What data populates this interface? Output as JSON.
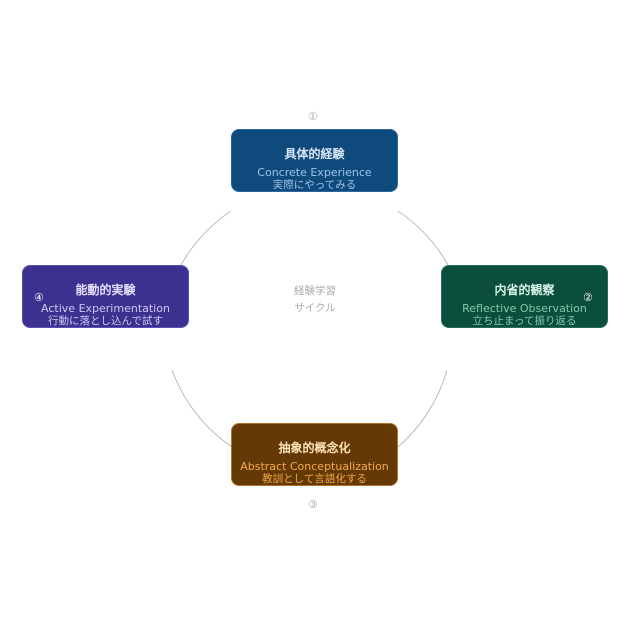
{
  "diagram": {
    "title": "経験学習サイクル",
    "center": {
      "line1": "経験学習",
      "line2": "サイクル",
      "color": "#aaaaaa"
    },
    "connector_color": "#bbbbbb",
    "stages": [
      {
        "number": "①",
        "title": "具体的経験",
        "english": "Concrete Experience",
        "japanese": "実際にやってみる",
        "bg": "#0f4a7c",
        "title_color": "#d6e4f5",
        "sub_color": "#9fc2ea",
        "number_color": "#aaaaaa"
      },
      {
        "number": "②",
        "title": "内省的観察",
        "english": "Reflective Observation",
        "japanese": "立ち止まって振り返る",
        "bg": "#0c4e3d",
        "title_color": "#d6f2e6",
        "sub_color": "#7fcaa9",
        "number_color": "#ffffff"
      },
      {
        "number": "③",
        "title": "抽象的概念化",
        "english": "Abstract Conceptualization",
        "japanese": "教訓として言語化する",
        "bg": "#643906",
        "title_color": "#fde2b8",
        "sub_color": "#f2a94a",
        "number_color": "#aaaaaa"
      },
      {
        "number": "④",
        "title": "能動的実験",
        "english": "Active Experimentation",
        "japanese": "行動に落とし込んで試す",
        "bg": "#3d3190",
        "title_color": "#e3defa",
        "sub_color": "#cfc7f3",
        "number_color": "#ffffff"
      }
    ]
  }
}
